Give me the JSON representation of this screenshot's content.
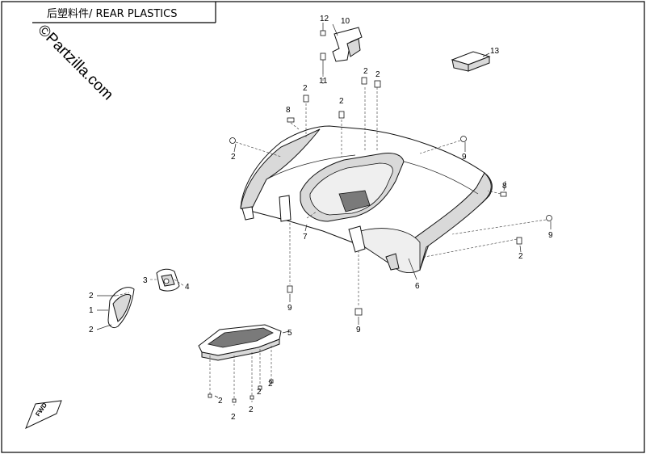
{
  "header": {
    "title": "后塑料件/ REAR PLASTICS"
  },
  "watermark": {
    "text": "©Partzilla.com"
  },
  "fwd_badge": {
    "text": "FWD"
  },
  "callouts": [
    "12",
    "10",
    "13",
    "2",
    "2",
    "11",
    "2",
    "8",
    "2",
    "2",
    "9",
    "8",
    "7",
    "6",
    "2",
    "9",
    "3",
    "4",
    "2",
    "1",
    "2",
    "9",
    "9",
    "5",
    "2",
    "2",
    "2",
    "2",
    "2"
  ]
}
